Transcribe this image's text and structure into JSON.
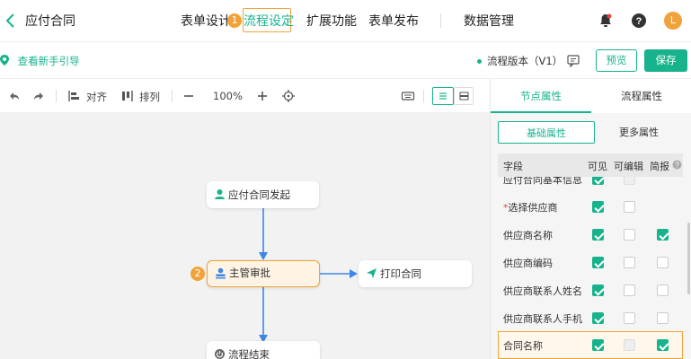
{
  "header": {
    "title": "应付合同",
    "tabs": [
      {
        "label": "表单设计"
      },
      {
        "label": "流程设定"
      },
      {
        "label": "扩展功能"
      },
      {
        "label": "表单发布"
      },
      {
        "label": "数据管理"
      }
    ],
    "step1": "1",
    "avatar": "L",
    "accent": "#18b38c",
    "highlight": "#f0a33a"
  },
  "subbar": {
    "guide": "查看新手引导",
    "version": "流程版本（V1）",
    "preview": "预览",
    "save": "保存"
  },
  "toolbar": {
    "align": "对齐",
    "arrange": "排列",
    "zoom": "100%"
  },
  "flow": {
    "nodes": [
      {
        "label": "应付合同发起"
      },
      {
        "label": "主管审批"
      },
      {
        "label": "打印合同"
      },
      {
        "label": "流程结束"
      }
    ],
    "step2": "2"
  },
  "panel": {
    "tabs": [
      "节点属性",
      "流程属性"
    ],
    "segments": [
      "基础属性",
      "更多属性"
    ],
    "columns": [
      "字段",
      "可见",
      "可编辑",
      "简报"
    ],
    "rows": [
      {
        "label": "应付合同基本信息",
        "visible": true,
        "editable": false,
        "brief": null
      },
      {
        "label": "选择供应商",
        "required": "*",
        "visible": true,
        "editable": false,
        "brief": null
      },
      {
        "label": "供应商名称",
        "visible": true,
        "editable": false,
        "brief": true
      },
      {
        "label": "供应商编码",
        "visible": true,
        "editable": false,
        "brief": false
      },
      {
        "label": "供应商联系人姓名",
        "visible": true,
        "editable": false,
        "brief": false
      },
      {
        "label": "供应商联系人手机",
        "visible": true,
        "editable": false,
        "brief": false
      },
      {
        "label": "合同名称",
        "visible": true,
        "editable": false,
        "brief": true
      }
    ]
  }
}
